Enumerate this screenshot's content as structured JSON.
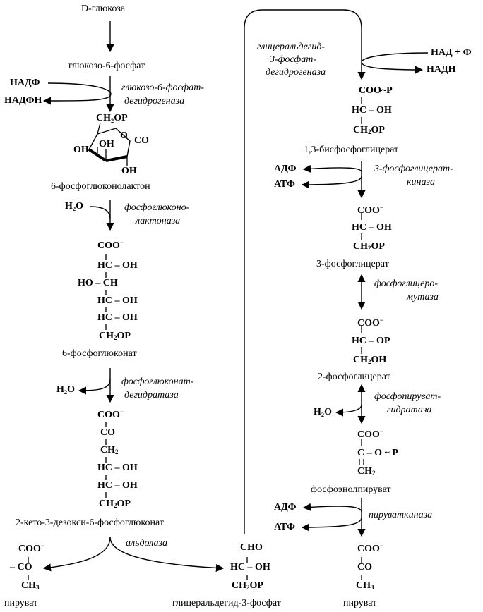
{
  "left": {
    "glucose": "D-глюкоза",
    "g6p": "глюкозо-6-фосфат",
    "nadp": "НАДФ",
    "nadph": "НАДФН",
    "g6pdh_1": "глюкозо-6-фосфат-",
    "g6pdh_2": "дегидрогеназа",
    "lactone_name": "6-фосфоглюконолактон",
    "lactone_ch2op": "CH₂OP",
    "lactone_co": "CO",
    "lactone_oh": "OH",
    "lactone_o": "O",
    "h2o_in": "H₂O",
    "lactonase_1": "фосфоглюконо-",
    "lactonase_2": "лактоназа",
    "gluconate_name": "6-фосфоглюконат",
    "h2o_out": "H₂O",
    "dehydratase_1": "фосфоглюконат-",
    "dehydratase_2": "дегидратаза",
    "kdpg_name": "2-кето-3-дезокси-6-фосфоглюконат",
    "aldolase": "альдолаза",
    "pyruvate_left": "пируват",
    "g3p_name": "глицеральдегид-3-фосфат"
  },
  "right": {
    "g3pdh_1": "глицеральдегид-",
    "g3pdh_2": "3-фосфат-",
    "g3pdh_3": "дегидрогеназа",
    "nad_p": "НАД + Ф",
    "nadh": "НАДН",
    "bpg_name": "1,3-бисфосфоглицерат",
    "adp1": "АДФ",
    "atp1": "АТФ",
    "pgk_1": "3-фосфоглицерат-",
    "pgk_2": "киназа",
    "pg3_name": "3-фосфоглицерат",
    "pgm_1": "фосфоглицеро-",
    "pgm_2": "мутаза",
    "pg2_name": "2-фосфоглицерат",
    "h2o": "H₂O",
    "enolase_1": "фосфопируват-",
    "enolase_2": "гидратаза",
    "pep_name": "фосфоэнолпируват",
    "adp2": "АДФ",
    "atp2": "АТФ",
    "pk": "пируваткиназа",
    "pyruvate_right": "пируват"
  }
}
